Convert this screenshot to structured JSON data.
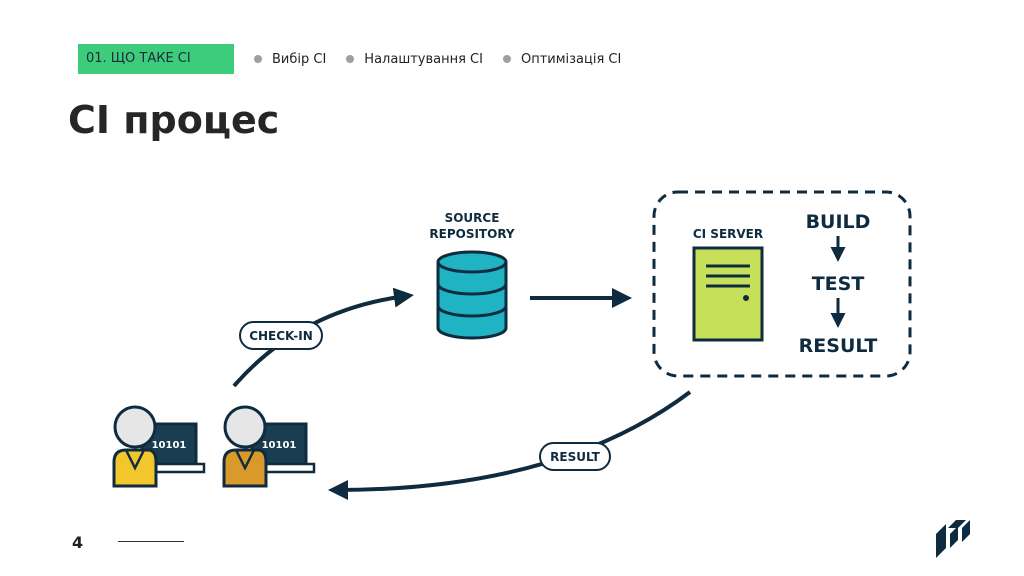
{
  "nav": {
    "active": "01. ЩО ТАКЕ CI",
    "items": [
      "Вибір CI",
      "Налаштування CI",
      "Оптимізація CI"
    ]
  },
  "title": "CI процес",
  "diagram": {
    "source_repo_line1": "SOURCE",
    "source_repo_line2": "REPOSITORY",
    "ci_server": "CI SERVER",
    "steps": [
      "BUILD",
      "TEST",
      "RESULT"
    ],
    "check_in": "CHECK-IN",
    "result": "RESULT",
    "laptop_text": "10101"
  },
  "page_number": "4",
  "colors": {
    "accent": "#3dcc7c",
    "navy": "#0e2b3f",
    "teal": "#1fb3c4",
    "server": "#c6e05a",
    "dev1": "#f2c72e",
    "dev2": "#d99a2b"
  },
  "icons": [
    "database-icon",
    "server-icon",
    "developer-icon",
    "laptop-icon",
    "logo-icon"
  ]
}
